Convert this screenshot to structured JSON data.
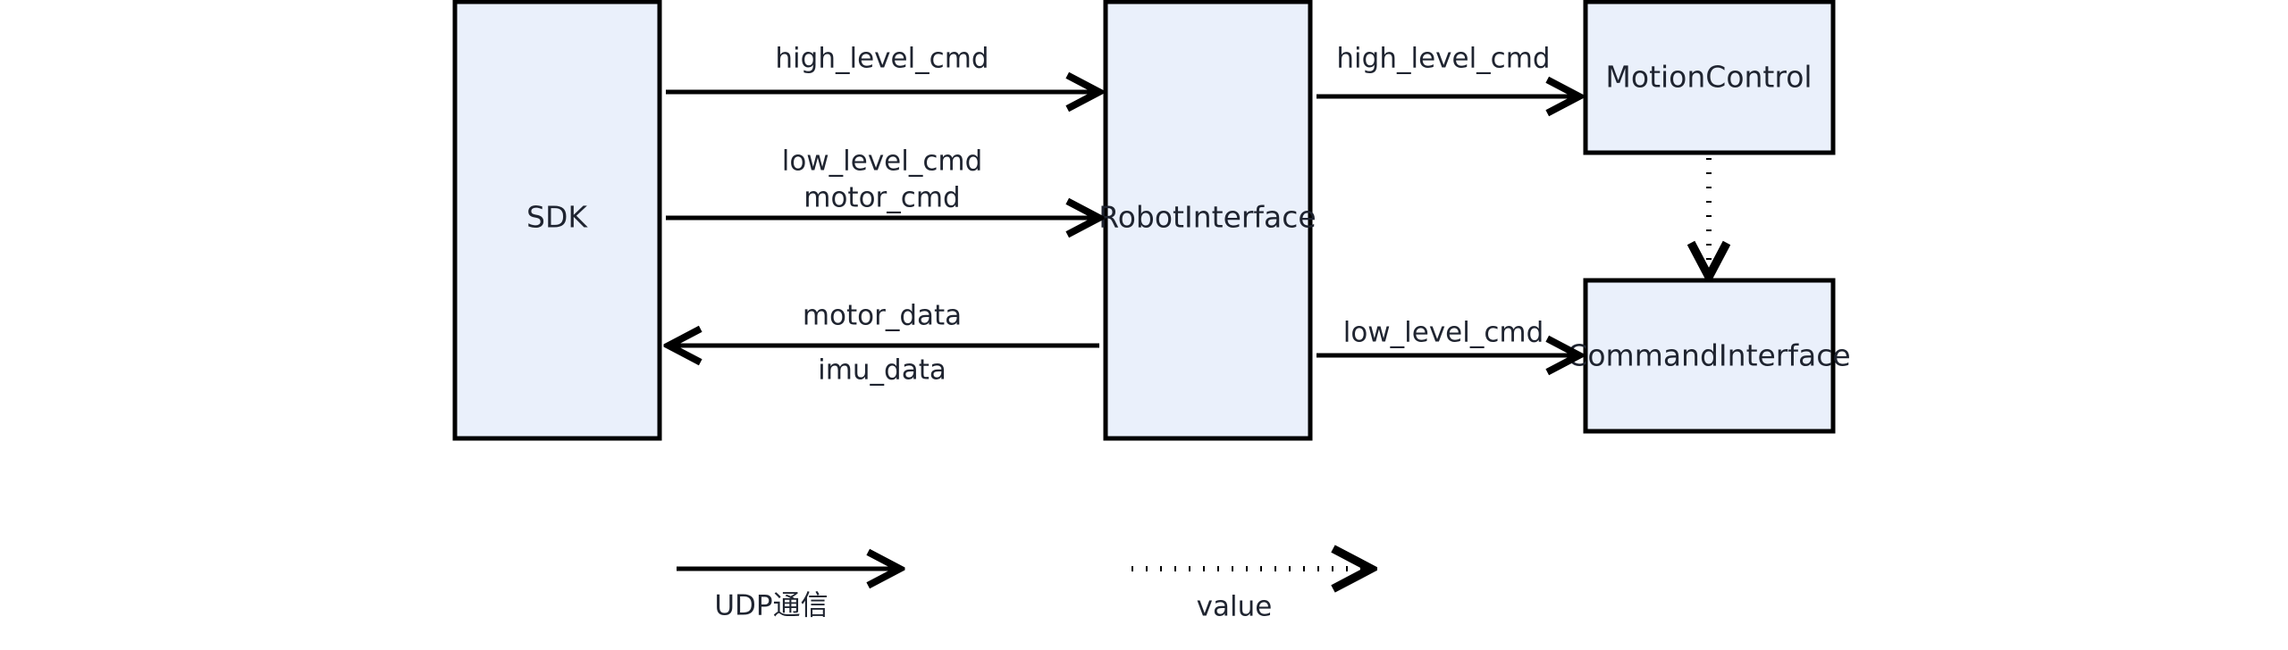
{
  "diagram": {
    "type": "architecture-flow",
    "background_color": "#ffffff",
    "node_fill_color": "#eaf0fb",
    "node_stroke_color": "#000000",
    "text_color": "#1f2430",
    "nodes": [
      {
        "id": "sdk",
        "label": "SDK"
      },
      {
        "id": "robot_interface",
        "label": "RobotInterface"
      },
      {
        "id": "motion_control",
        "label": "MotionControl"
      },
      {
        "id": "command_interface",
        "label": "CommandInterface"
      }
    ],
    "edges": [
      {
        "id": "sdk-to-robotinterface-high",
        "from": "sdk",
        "to": "robot_interface",
        "direction": "right",
        "style": "solid",
        "labels": [
          "high_level_cmd"
        ]
      },
      {
        "id": "sdk-to-robotinterface-low",
        "from": "sdk",
        "to": "robot_interface",
        "direction": "right",
        "style": "solid",
        "labels": [
          "low_level_cmd",
          "motor_cmd"
        ]
      },
      {
        "id": "robotinterface-to-sdk-data",
        "from": "robot_interface",
        "to": "sdk",
        "direction": "left",
        "style": "solid",
        "labels": [
          "motor_data",
          "imu_data"
        ]
      },
      {
        "id": "robotinterface-to-motioncontrol",
        "from": "robot_interface",
        "to": "motion_control",
        "direction": "right",
        "style": "solid",
        "labels": [
          "high_level_cmd"
        ]
      },
      {
        "id": "robotinterface-to-commandinterface",
        "from": "robot_interface",
        "to": "command_interface",
        "direction": "right",
        "style": "solid",
        "labels": [
          "low_level_cmd"
        ]
      },
      {
        "id": "motioncontrol-to-commandinterface",
        "from": "motion_control",
        "to": "command_interface",
        "direction": "down",
        "style": "dotted",
        "labels": []
      }
    ],
    "edge_labels": {
      "high_level_cmd_left": "high_level_cmd",
      "low_level_cmd_left": "low_level_cmd",
      "motor_cmd_left": "motor_cmd",
      "motor_data": "motor_data",
      "imu_data": "imu_data",
      "high_level_cmd_right": "high_level_cmd",
      "low_level_cmd_right": "low_level_cmd"
    },
    "legend": {
      "items": [
        {
          "id": "legend-udp",
          "style": "solid",
          "label": "UDP通信"
        },
        {
          "id": "legend-value",
          "style": "dotted",
          "label": "value"
        }
      ]
    }
  }
}
